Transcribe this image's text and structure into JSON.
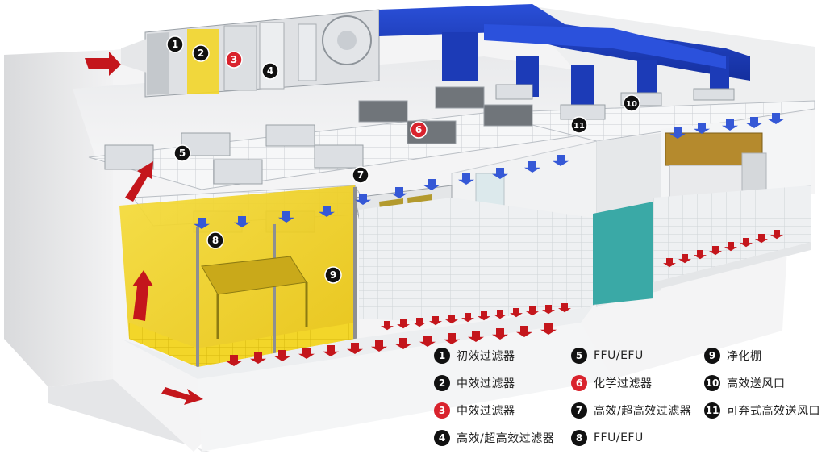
{
  "diagram": {
    "markers": [
      {
        "num": "1"
      },
      {
        "num": "2"
      },
      {
        "num": "3"
      },
      {
        "num": "4"
      },
      {
        "num": "5"
      },
      {
        "num": "6"
      },
      {
        "num": "7"
      },
      {
        "num": "8"
      },
      {
        "num": "9"
      },
      {
        "num": "10"
      },
      {
        "num": "11"
      }
    ]
  },
  "legend": {
    "items": [
      {
        "num": "1",
        "label": "初效过滤器",
        "color": "#111111"
      },
      {
        "num": "2",
        "label": "中效过滤器",
        "color": "#111111"
      },
      {
        "num": "3",
        "label": "中效过滤器",
        "color": "#d9232d"
      },
      {
        "num": "4",
        "label": "高效/超高效过滤器",
        "color": "#111111"
      },
      {
        "num": "5",
        "label": "FFU/EFU",
        "color": "#111111"
      },
      {
        "num": "6",
        "label": "化学过滤器",
        "color": "#d9232d"
      },
      {
        "num": "7",
        "label": "高效/超高效过滤器",
        "color": "#111111"
      },
      {
        "num": "8",
        "label": "FFU/EFU",
        "color": "#111111"
      },
      {
        "num": "9",
        "label": "净化棚",
        "color": "#111111"
      },
      {
        "num": "10",
        "label": "高效送风口",
        "color": "#111111"
      },
      {
        "num": "11",
        "label": "可弃式高效送风口",
        "color": "#111111"
      }
    ]
  },
  "colors": {
    "duct_blue": "#1f3fbf",
    "airflow_red": "#c4161c",
    "airflow_blue": "#3558d6",
    "booth_yellow": "#f2d21a",
    "floor_teal": "#3aa9a6"
  }
}
